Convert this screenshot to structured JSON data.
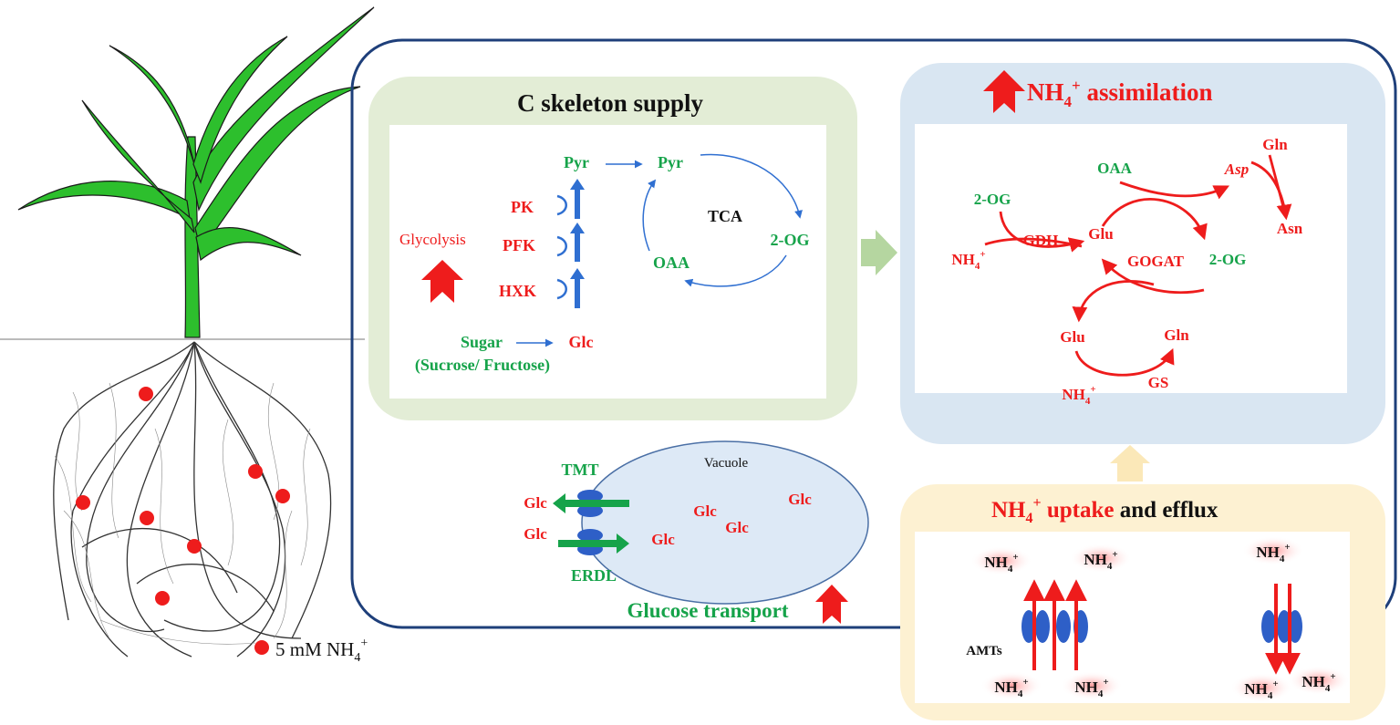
{
  "legend": {
    "label": "5 mM NH",
    "sub": "4",
    "sup": "+"
  },
  "c_skeleton": {
    "title": "C  skeleton supply",
    "glycolysis": "Glycolysis",
    "enzymes": [
      "PK",
      "PFK",
      "HXK"
    ],
    "pyr": "Pyr",
    "pyr2": "Pyr",
    "tca": "TCA",
    "two_og": "2-OG",
    "oaa": "OAA",
    "sugar": "Sugar",
    "sugar_detail": "(Sucrose/ Fructose)",
    "glc": "Glc"
  },
  "assimilation": {
    "title_prefix": "NH",
    "title_sub": "4",
    "title_sup": "+",
    "title_suffix": " assimilation",
    "two_og_left": "2-OG",
    "nh4_left": "NH",
    "gdh": "GDH",
    "glu_top": "Glu",
    "oaa": "OAA",
    "asp": "Asp",
    "gln_top": "Gln",
    "asn": "Asn",
    "gogat": "GOGAT",
    "two_og_right": "2-OG",
    "glu_bottom": "Glu",
    "gln_bottom": "Gln",
    "nh4_bottom": "NH",
    "gs": "GS"
  },
  "glucose": {
    "vacuole": "Vacuole",
    "tmt": "TMT",
    "erdl": "ERDL",
    "glc_out_top": "Glc",
    "glc_out_bottom": "Glc",
    "glc_in": [
      "Glc",
      "Glc",
      "Glc",
      "Glc"
    ],
    "transport_label": "Glucose transport"
  },
  "uptake": {
    "title_red_prefix": "NH",
    "title_sub": "4",
    "title_sup": "+",
    "title_red_suffix": " uptake",
    "title_black": " and efflux",
    "amts": "AMTs",
    "nh4_label": "NH",
    "sub": "4",
    "sup": "+"
  },
  "colors": {
    "red": "#ee1c1c",
    "green": "#16a34a",
    "blue_arrow": "#2f6fd1",
    "frame": "#1e3f7a",
    "green_panel": "#e3edd6",
    "blue_panel": "#d9e6f2",
    "yellow_panel": "#fdf1d2",
    "vacuole": "#dde9f6"
  }
}
